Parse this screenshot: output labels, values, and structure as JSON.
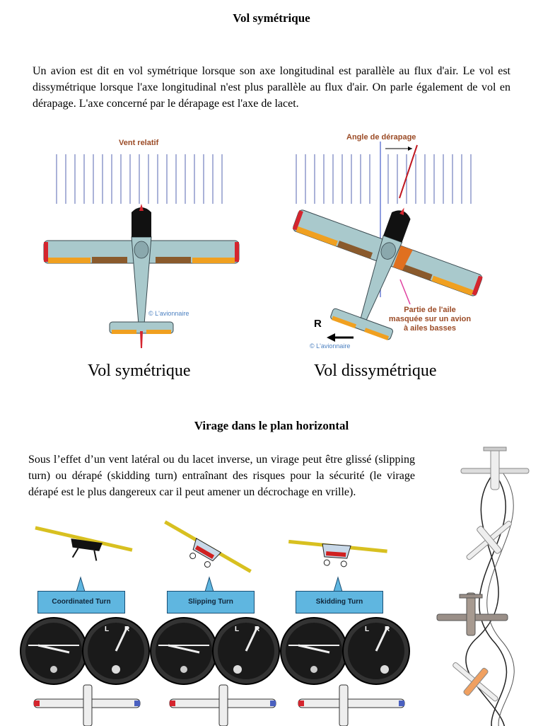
{
  "section1": {
    "title": "Vol symétrique",
    "paragraph": "Un avion est dit en vol symétrique lorsque son axe longitudinal est parallèle au flux d'air. Le vol est dissymétrique lorsque l'axe longitudinal n'est plus parallèle au flux d'air. On parle également de vol en dérapage. L'axe concerné par le dérapage est l'axe de lacet."
  },
  "figure1": {
    "left_label": "Vent relatif",
    "left_copyright": "© L'avionnaire",
    "right_angle_label": "Angle de dérapage",
    "right_note_line1": "Partie de l'aile",
    "right_note_line2": "masquée sur un avion",
    "right_note_line3": "à ailes basses",
    "right_r_label": "R",
    "right_copyright": "© L'avionnaire",
    "caption_left": "Vol symétrique",
    "caption_right": "Vol dissymétrique"
  },
  "section2": {
    "title": "Virage dans le plan horizontal",
    "paragraph": "Sous l’effet d’un vent latéral ou du lacet inverse, un virage peut être glissé (slipping turn) ou dérapé (skidding turn) entraînant des risques pour la sécurité (le virage dérapé est le plus dangereux car il peut amener un décrochage en vrille)."
  },
  "turns": [
    {
      "label": "Coordinated Turn"
    },
    {
      "label": "Slipping Turn"
    },
    {
      "label": "Skidding Turn"
    }
  ],
  "gauge_marks": {
    "left": "L",
    "right": "R"
  },
  "colors": {
    "wind_lines": "#2b3f9e",
    "wing": "#a9c9cc",
    "wing_tip_red": "#d5252e",
    "flap_brown": "#8a5a2c",
    "aileron_orange": "#f0a020",
    "label_brown": "#9b4b26",
    "label_blue": "#4a7fc0",
    "callout_blue": "#5fb6e0"
  }
}
